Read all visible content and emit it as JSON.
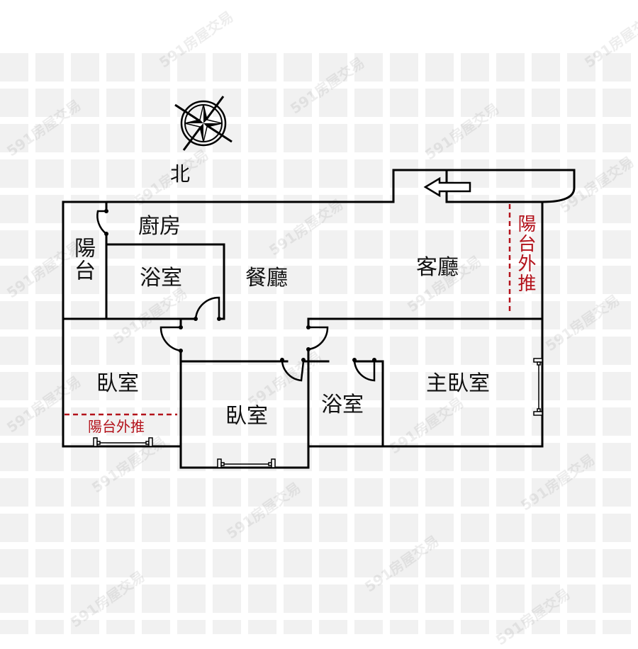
{
  "compass": {
    "icon": "compass-rose-icon",
    "label": "北"
  },
  "watermark": {
    "text": "591房屋交易"
  },
  "rooms": {
    "kitchen": "廚房",
    "balcony": "陽台",
    "bath_north": "浴室",
    "dining": "餐廳",
    "living": "客廳",
    "bedroom_west": "臥室",
    "bedroom_middle": "臥室",
    "bath_south": "浴室",
    "master_bedroom": "主臥室"
  },
  "notes": {
    "living_balcony_extension": "陽台外推",
    "bedroom_balcony_extension": "陽台外推"
  },
  "entrance": {
    "icon": "entrance-arrow-icon",
    "direction": "left"
  },
  "colors": {
    "wall": "#000000",
    "annotation_red": "#b3121b",
    "background_tile": "#f1f1f1"
  }
}
